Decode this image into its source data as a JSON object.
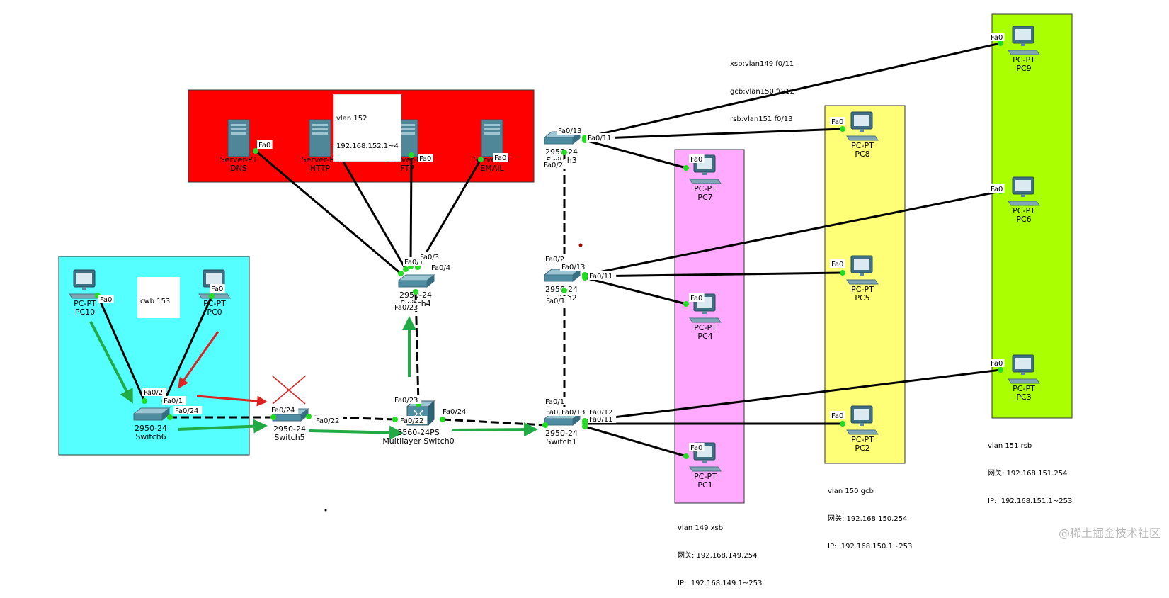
{
  "colors": {
    "red_area": "#ff0000",
    "cyan_area": "#55ffff",
    "pink_area": "#ffaaff",
    "yellow_area": "#ffff77",
    "green_area": "#aaff00",
    "link": "#000000",
    "port_dot": "#22dd22",
    "green_arrow": "#22aa44",
    "red_arrow": "#dd2222"
  },
  "areas": [
    {
      "id": "vlan152",
      "color": "red_area"
    },
    {
      "id": "cwb153",
      "color": "cyan_area"
    },
    {
      "id": "vlan149",
      "color": "pink_area"
    },
    {
      "id": "vlan150",
      "color": "yellow_area"
    },
    {
      "id": "vlan151",
      "color": "green_area"
    }
  ],
  "notes": {
    "vlan_map": [
      "xsb:vlan149 f0/11",
      "gcb:vlan150 f0/12",
      "rsb:vlan151 f0/13"
    ],
    "vlan152": [
      "vlan 152",
      "192.168.152.1~4"
    ],
    "cwb153": [
      "cwb 153"
    ],
    "vlan149": [
      "vlan 149 xsb",
      "网关: 192.168.149.254",
      "IP:  192.168.149.1~253"
    ],
    "vlan150": [
      "vlan 150 gcb",
      "网关: 192.168.150.254",
      "IP:  192.168.150.1~253"
    ],
    "vlan151": [
      "vlan 151 rsb",
      "网关: 192.168.151.254",
      "IP:  192.168.151.1~253"
    ]
  },
  "devices": [
    {
      "id": "dns",
      "type": "server",
      "model": "Server-PT",
      "name": "DNS"
    },
    {
      "id": "http",
      "type": "server",
      "model": "Server-PT",
      "name": "HTTP"
    },
    {
      "id": "ftp",
      "type": "server",
      "model": "Server-PT",
      "name": "FTP"
    },
    {
      "id": "email",
      "type": "server",
      "model": "Server-PT",
      "name": "EMAIL"
    },
    {
      "id": "switch4",
      "type": "switch",
      "model": "2950-24",
      "name": "Switch4"
    },
    {
      "id": "switch3",
      "type": "switch",
      "model": "2950-24",
      "name": "Switch3"
    },
    {
      "id": "switch2",
      "type": "switch",
      "model": "2950-24",
      "name": "Switch2"
    },
    {
      "id": "switch1",
      "type": "switch",
      "model": "2950-24",
      "name": "Switch1"
    },
    {
      "id": "switch6",
      "type": "switch",
      "model": "2950-24",
      "name": "Switch6"
    },
    {
      "id": "switch5",
      "type": "switch",
      "model": "2950-24",
      "name": "Switch5"
    },
    {
      "id": "mls0",
      "type": "mls",
      "model": "3560-24PS",
      "name": "Multilayer Switch0"
    },
    {
      "id": "pc10",
      "type": "pc",
      "model": "PC-PT",
      "name": "PC10"
    },
    {
      "id": "pc11",
      "type": "pc",
      "model": "PC-PT",
      "name": "PC0"
    },
    {
      "id": "pc7",
      "type": "pc",
      "model": "PC-PT",
      "name": "PC7"
    },
    {
      "id": "pc4",
      "type": "pc",
      "model": "PC-PT",
      "name": "PC4"
    },
    {
      "id": "pc1",
      "type": "pc",
      "model": "PC-PT",
      "name": "PC1"
    },
    {
      "id": "pc8",
      "type": "pc",
      "model": "PC-PT",
      "name": "PC8"
    },
    {
      "id": "pc5",
      "type": "pc",
      "model": "PC-PT",
      "name": "PC5"
    },
    {
      "id": "pc2",
      "type": "pc",
      "model": "PC-PT",
      "name": "PC2"
    },
    {
      "id": "pc9",
      "type": "pc",
      "model": "PC-PT",
      "name": "PC9"
    },
    {
      "id": "pc6",
      "type": "pc",
      "model": "PC-PT",
      "name": "PC6"
    },
    {
      "id": "pc3",
      "type": "pc",
      "model": "PC-PT",
      "name": "PC3"
    }
  ],
  "links": [
    {
      "a": "dns",
      "b": "switch4",
      "style": "solid"
    },
    {
      "a": "http",
      "b": "switch4",
      "style": "solid"
    },
    {
      "a": "ftp",
      "b": "switch4",
      "style": "solid"
    },
    {
      "a": "email",
      "b": "switch4",
      "style": "solid"
    },
    {
      "a": "switch4",
      "b": "mls0",
      "style": "dashed"
    },
    {
      "a": "mls0",
      "b": "switch1",
      "style": "dashed"
    },
    {
      "a": "mls0",
      "b": "switch5",
      "style": "dashed"
    },
    {
      "a": "switch5",
      "b": "switch6",
      "style": "dashed"
    },
    {
      "a": "switch1",
      "b": "switch2",
      "style": "dashed"
    },
    {
      "a": "switch2",
      "b": "switch3",
      "style": "dashed"
    },
    {
      "a": "pc10",
      "b": "switch6",
      "style": "solid"
    },
    {
      "a": "pc11",
      "b": "switch6",
      "style": "solid"
    },
    {
      "a": "switch3",
      "b": "pc7",
      "style": "solid"
    },
    {
      "a": "switch3",
      "b": "pc8",
      "style": "solid"
    },
    {
      "a": "switch3",
      "b": "pc9",
      "style": "solid"
    },
    {
      "a": "switch2",
      "b": "pc4",
      "style": "solid"
    },
    {
      "a": "switch2",
      "b": "pc5",
      "style": "solid"
    },
    {
      "a": "switch2",
      "b": "pc6",
      "style": "solid"
    },
    {
      "a": "switch1",
      "b": "pc1",
      "style": "solid"
    },
    {
      "a": "switch1",
      "b": "pc2",
      "style": "solid"
    },
    {
      "a": "switch1",
      "b": "pc3",
      "style": "solid"
    }
  ],
  "port_labels": [
    "Fa0",
    "Fa0",
    "Fa0",
    "Fa0",
    "Fa0/1",
    "Fa0/3",
    "Fa0/4",
    "Fa0/23",
    "Fa0/13",
    "Fa0/11",
    "Fa0/2",
    "Fa0/2",
    "Fa0/13",
    "Fa0/11",
    "Fa0/1",
    "Fa0/1",
    "Fa0/13",
    "Fa0/12",
    "Fa0/11",
    "Fa0",
    "Fa0/23",
    "Fa0/22",
    "Fa0/24",
    "Fa0/24",
    "Fa0/22",
    "Fa0/2",
    "Fa0/1",
    "Fa0/24",
    "Fa0",
    "Fa0",
    "Fa0",
    "Fa0",
    "Fa0",
    "Fa0",
    "Fa0",
    "Fa0",
    "Fa0",
    "Fa0",
    "Fa0"
  ],
  "watermark": "@稀土掘金技术社区"
}
